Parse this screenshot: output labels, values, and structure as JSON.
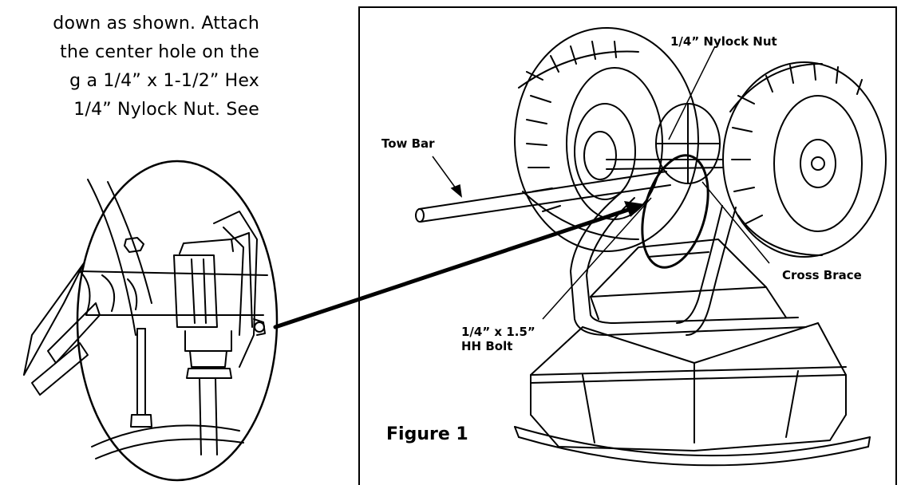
{
  "instructions": {
    "lines": [
      "down as shown. Attach",
      "the center hole on the",
      "g a 1/4” x 1-1/2” Hex",
      "1/4” Nylock Nut. See"
    ]
  },
  "figure": {
    "title": "Figure 1",
    "labels": {
      "nylock_nut": "1/4” Nylock Nut",
      "tow_bar": "Tow Bar",
      "cross_brace": "Cross Brace",
      "bolt_line1": "1/4” x 1.5”",
      "bolt_line2": "HH Bolt"
    }
  },
  "colors": {
    "ink": "#000000",
    "paper": "#ffffff"
  }
}
